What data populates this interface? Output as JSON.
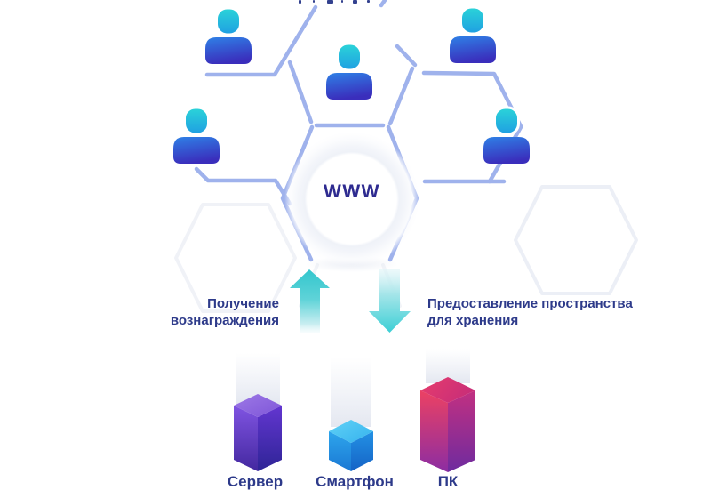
{
  "palette": {
    "background": "#ffffff",
    "hexagon_stroke": "#9fb2ec",
    "ghost_hexagon_stroke": "#e9ecf4",
    "heading_navy": "#2d3a8a",
    "www_navy": "#2e2b90",
    "arrow_teal": "#3ccfd5",
    "person_head_top": "#2bd5d8",
    "person_head_bottom": "#1f9ee2",
    "person_body_top": "#2f80e6",
    "person_body_bottom": "#3a2ebc",
    "server_purple": "#6a3fd4",
    "smartphone_blue": "#2196e4",
    "pc_magenta": "#d2306f"
  },
  "network": {
    "www_label": "WWW",
    "user_count": 5
  },
  "flows": {
    "reward": {
      "line1": "Получение",
      "line2": "вознаграждения",
      "direction": "up"
    },
    "storage": {
      "line1": "Предоставление пространства",
      "line2": "для хранения",
      "direction": "down"
    }
  },
  "devices": [
    {
      "label": "Сервер"
    },
    {
      "label": "Смартфон"
    },
    {
      "label": "ПК"
    }
  ]
}
